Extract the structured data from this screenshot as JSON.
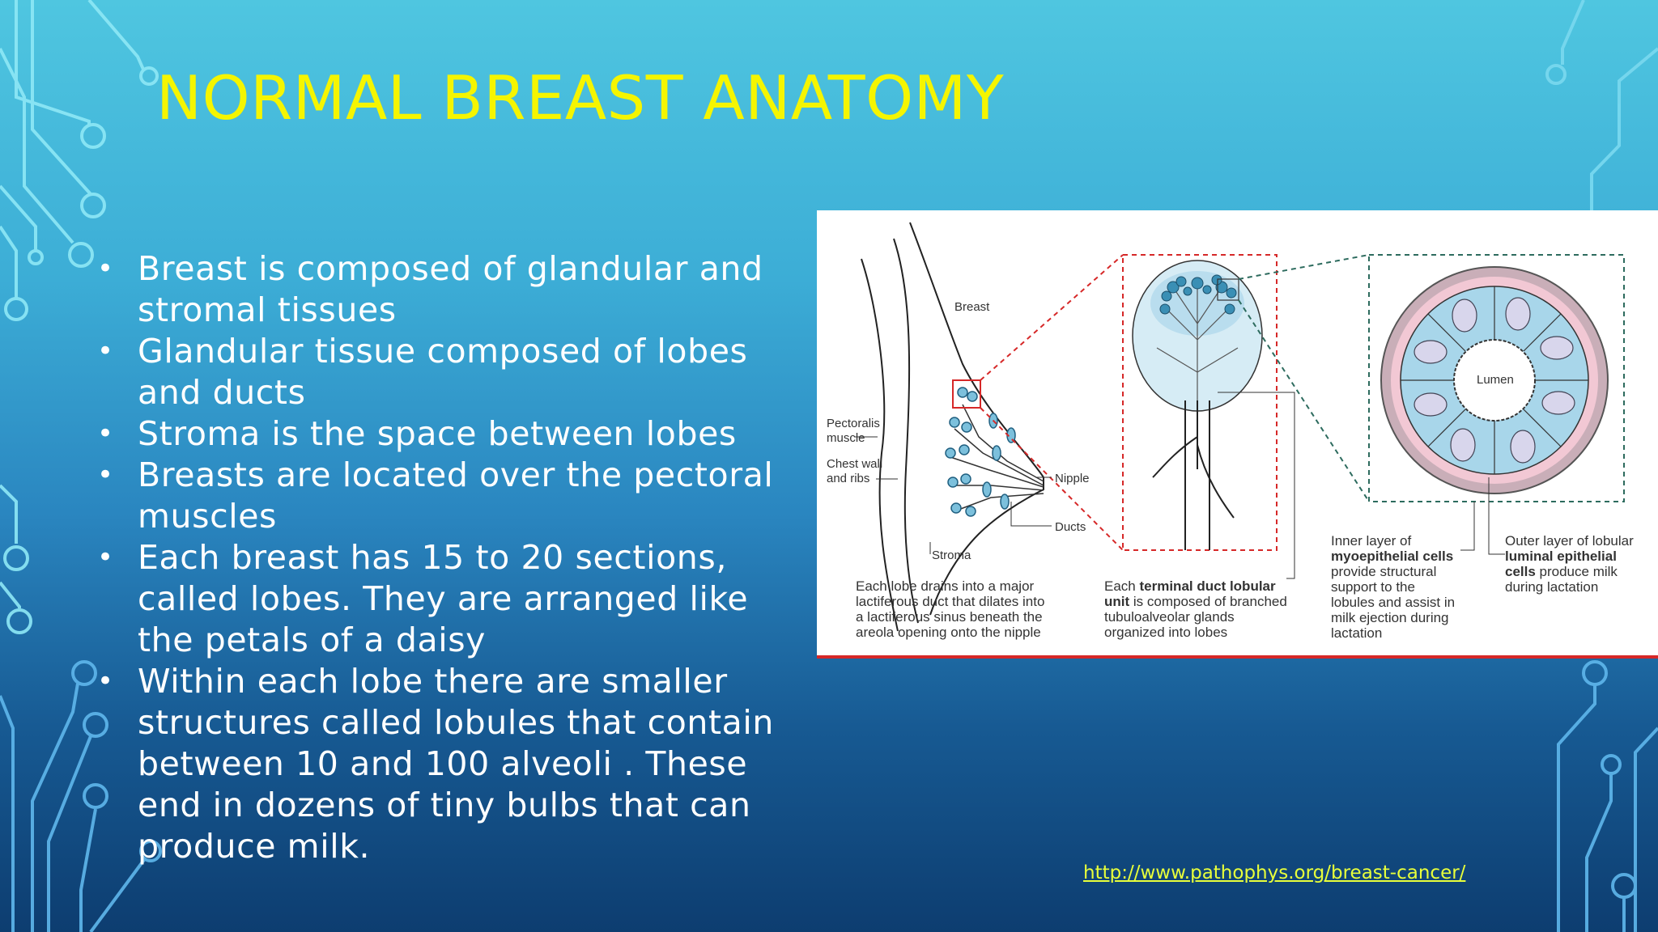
{
  "slide": {
    "title": "NORMAL BREAST ANATOMY",
    "bullets": [
      "Breast is composed of glandular and stromal tissues",
      "Glandular tissue composed of lobes and ducts",
      "Stroma is the space between lobes",
      "Breasts are located over the pectoral muscles",
      "Each breast has 15 to 20 sections, called lobes. They are arranged like the petals of a daisy",
      "Within each lobe there are smaller structures called lobules that contain between 10 and 100 alveoli . These end in dozens of tiny bulbs that can produce milk."
    ],
    "source_link": "http://www.pathophys.org/breast-cancer/"
  },
  "figure": {
    "labels": {
      "breast": "Breast",
      "pectoralis_1": "Pectoralis",
      "pectoralis_2": "muscle",
      "chest_1": "Chest wall",
      "chest_2": "and ribs",
      "nipple": "Nipple",
      "ducts": "Ducts",
      "stroma": "Stroma",
      "lumen": "Lumen"
    },
    "caption_left": [
      "Each lobe drains into a major",
      "lactiferous duct that dilates into",
      "a lactiferous sinus beneath the",
      "areola opening onto the nipple"
    ],
    "caption_mid": {
      "l1_a": "Each ",
      "l1_b": "terminal duct lobular",
      "l2_a": "unit",
      "l2_b": " is composed of branched",
      "l3": "tubuloalveolar glands",
      "l4": "organized into lobes"
    },
    "caption_inner": {
      "l1": "Inner layer of",
      "l2": "myoepithelial cells",
      "l3": "provide structural",
      "l4": "support to the",
      "l5": "lobules and assist in",
      "l6": "milk ejection during",
      "l7": "lactation"
    },
    "caption_outer": {
      "l1": "Outer layer of lobular",
      "l2": "luminal epithelial",
      "l3_a": "cells",
      "l3_b": " produce milk",
      "l4": "during lactation"
    }
  },
  "colors": {
    "title": "#f5f500",
    "bullet_text": "#ffffff",
    "link": "#e8ff3a",
    "figure_accent": "#d62828"
  }
}
